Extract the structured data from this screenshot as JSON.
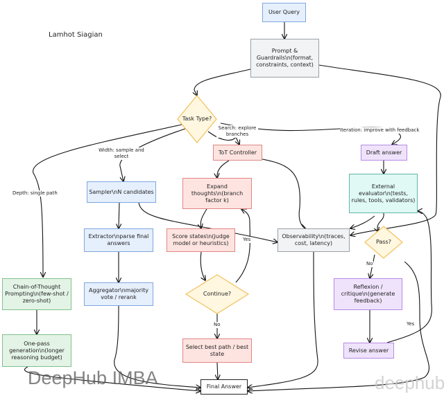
{
  "author": "Lamhot Siagian",
  "watermarks": [
    "DeepHub IMBA",
    "deephub"
  ],
  "colors": {
    "blue_fill": "#e6effc",
    "blue_border": "#7ea6e0",
    "grey_fill": "#f1f3f4",
    "grey_border": "#9aa0a6",
    "red_fill": "#fde4e0",
    "red_border": "#e08585",
    "purple_fill": "#efe3fb",
    "purple_border": "#b68ae3",
    "cyan_fill": "#e0f9f5",
    "cyan_border": "#5fb5a8",
    "green_fill": "#e3f3e6",
    "green_border": "#7fbf8b",
    "yellow_fill": "#fff7e0",
    "yellow_border": "#f2c15c"
  },
  "nodes": {
    "user_query": "User Query",
    "prompt": "Prompt & Guardrails\\n(format, constraints, context)",
    "task_type": "Task Type?",
    "tot_controller": "ToT Controller",
    "draft_answer": "Draft answer",
    "sampler": "Sampler\\nN candidates",
    "expand": "Expand thoughts\\n(branch factor k)",
    "evaluator": "External evaluator\\n(tests, rules, tools, validators)",
    "extractor": "Extractor\\nparse final answers",
    "score": "Score states\\n(judge model or heuristics)",
    "observability": "Observability\\n(traces, cost, latency)",
    "pass": "Pass?",
    "cot": "Chain-of-Thought Prompting\\n(few-shot / zero-shot)",
    "aggregator": "Aggregator\\nmajority vote / rerank",
    "continue": "Continue?",
    "reflexion": "Reflexion / critique\\n(generate feedback)",
    "one_pass": "One-pass generation\\n(longer reasoning budget)",
    "select_best": "Select best path / best state",
    "revise": "Revise answer",
    "final": "Final Answer"
  },
  "edge_labels": {
    "depth": "Depth: single path",
    "width": "Width: sample and select",
    "search": "Search: explore branches",
    "iteration": "Iteration: improve with feedback",
    "continue_yes": "Yes",
    "continue_no": "No",
    "pass_no": "No",
    "pass_yes": "Yes"
  }
}
